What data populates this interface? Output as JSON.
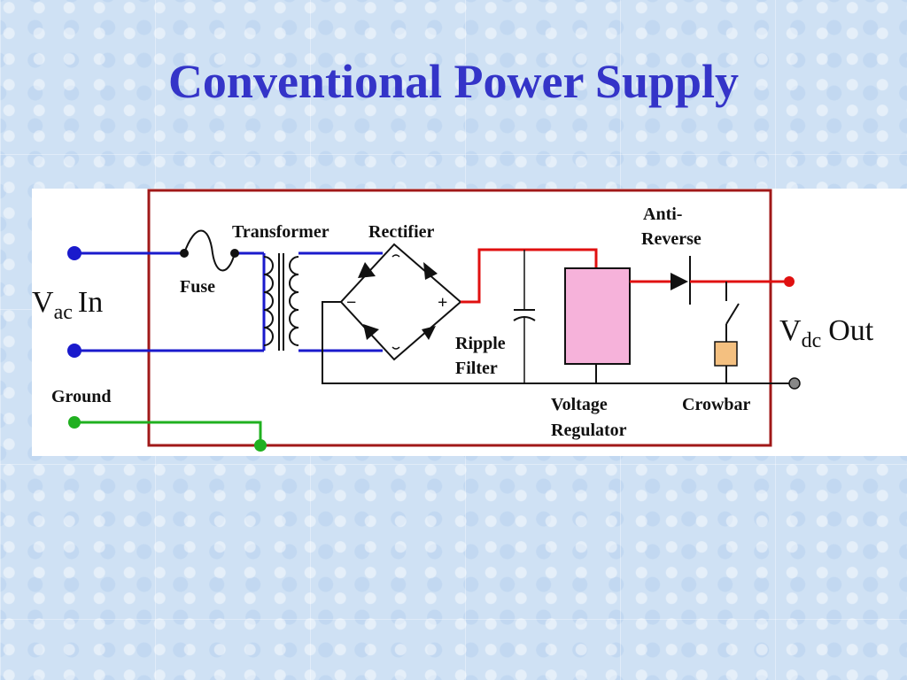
{
  "slide": {
    "title": "Conventional Power Supply"
  },
  "colors": {
    "title": "#3434c8",
    "enclosure": "#a01818",
    "ac_wire": "#1a1acc",
    "ground_wire": "#20b020",
    "dc_wire": "#e01010",
    "regulator_fill": "#f6b2da",
    "crowbar_relay_fill": "#f4c080"
  },
  "diagram": {
    "labels": {
      "vac_main": "V",
      "vac_sub": "ac",
      "vac_suffix": "In",
      "vdc_main": "V",
      "vdc_sub": "dc",
      "vdc_suffix": "Out",
      "ground": "Ground",
      "fuse": "Fuse",
      "transformer": "Transformer",
      "rectifier": "Rectifier",
      "rectifier_minus": "−",
      "rectifier_plus": "+",
      "ripple_filter_line1": "Ripple",
      "ripple_filter_line2": "Filter",
      "voltage_regulator_line1": "Voltage",
      "voltage_regulator_line2": "Regulator",
      "anti_reverse_line1": "Anti-",
      "anti_reverse_line2": "Reverse",
      "crowbar": "Crowbar"
    }
  }
}
